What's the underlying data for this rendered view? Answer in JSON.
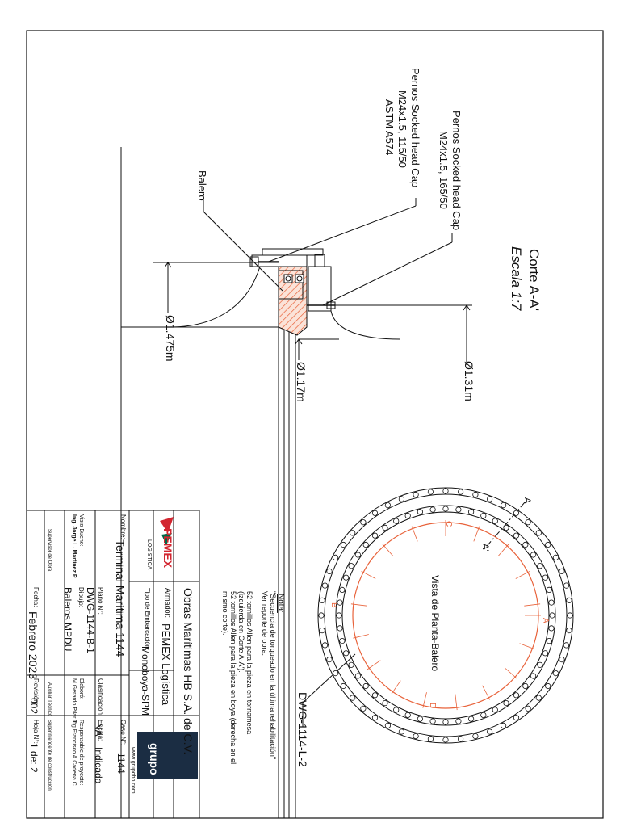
{
  "section_view": {
    "title": "Corte A-A'",
    "scale": "Escala 1:7",
    "callout_bolts_1": [
      "Pernos Socked head Cap",
      "M24x1.5, 165/50"
    ],
    "callout_bolts_2": [
      "Pernos Socked head Cap",
      "M24x1.5, 115/50",
      "ASTM A574"
    ],
    "callout_bearing": "Balero",
    "dim_outer": "Ø1.31m",
    "dim_mid": "Ø1.17m",
    "dim_inner": "Ø1.475m"
  },
  "plan_view": {
    "title": "Vista de Planta-Balero",
    "reference": "DWG-1114-L-2",
    "section_marks": [
      "A",
      "A'"
    ],
    "sequence_letters": [
      "A",
      "B",
      "C",
      "D"
    ]
  },
  "notes": {
    "heading": "Nota:",
    "lines": [
      "\"Secuencia de torqueado en la última rehabilitación\"",
      "Ver reporte de obra.",
      "",
      "52 tornillos Allen para la pieza en tornamesa",
      "(izquierda en Corte A-A').",
      "52 tornillos Allen para la pieza en boya (derecha en el",
      "mismo corte)."
    ]
  },
  "title_block": {
    "company": "Obras Marítimas HB S.A. de C.V.",
    "owner_label": "Armador:",
    "owner": "PEMEX Logística",
    "vessel_type_label": "Tipo de Embarcación:",
    "vessel_type": "Monoboya-SPM",
    "name_label": "Nombre:",
    "name": "Terminal Marítima 1144",
    "case_label": "Caso N°:",
    "case": "1144",
    "plan_label": "Plano N°:",
    "plan": "DWG-1144-B-1",
    "classification_label": "Clasificación:",
    "classification": "NA",
    "scale_label": "Escala:",
    "scale": "Indicada",
    "drawing_label": "Dibujo:",
    "drawing": "Baleros MPDU",
    "prepared_label": "Elaboró:",
    "prepared": "M Gerardo Pilar T",
    "prepared_role": "Auxiliar Técnico",
    "responsible_label": "Responsable de proyecto:",
    "responsible": "Ing.Francisco A.Cadena C",
    "responsible_role": "Superintendente de construcción",
    "approved_label": "Visto Bueno:",
    "approved": "Ing. Jorge L. Martínez P",
    "approved_role": "Supervisor de Obra",
    "date_label": "Fecha:",
    "date": "Febrero 2023",
    "revision_label": "Revisión:",
    "revision": "002",
    "sheet_label": "Hoja N°:",
    "sheet": "1 de: 2",
    "website": "www.grupohb.com",
    "logo_pemex": "PEMEX",
    "logo_pemex_sub": "LOGÍSTICA",
    "logo_grupo": "grupo"
  },
  "colors": {
    "hatch": "#e8623a",
    "line": "#111111",
    "logo_bg": "#1b2d43",
    "pemex_red": "#d22630",
    "pemex_green": "#006847"
  }
}
